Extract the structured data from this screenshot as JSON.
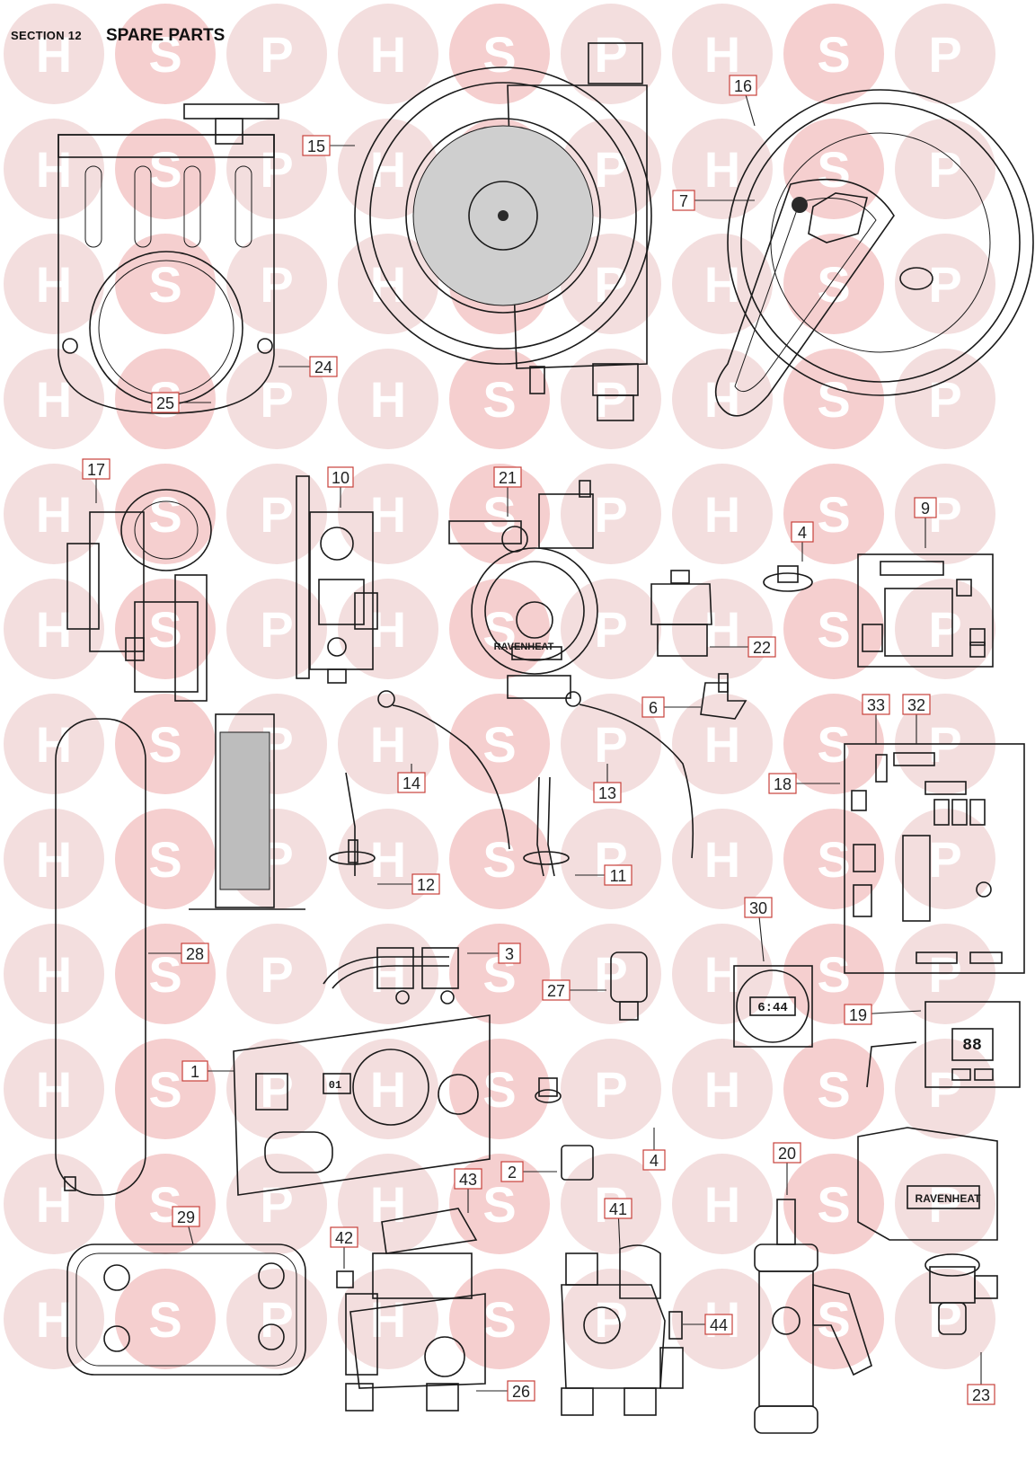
{
  "header": {
    "section": "SECTION 12",
    "title": "SPARE PARTS"
  },
  "watermark": {
    "letters": [
      "H",
      "S",
      "P"
    ],
    "circle_color": "#f3dede",
    "accent_color": "#f5cfcf"
  },
  "brand_labels": [
    "RAVENHEAT",
    "RAVENHEAT",
    "RAVENHEAT"
  ],
  "display_readouts": [
    "6:44",
    "01",
    "88"
  ],
  "colors": {
    "callout_border": "#c8413b",
    "line": "#1a1a1a"
  },
  "parts": [
    {
      "id": "1"
    },
    {
      "id": "2"
    },
    {
      "id": "3"
    },
    {
      "id": "4"
    },
    {
      "id": "4"
    },
    {
      "id": "6"
    },
    {
      "id": "7"
    },
    {
      "id": "9"
    },
    {
      "id": "10"
    },
    {
      "id": "11"
    },
    {
      "id": "12"
    },
    {
      "id": "13"
    },
    {
      "id": "14"
    },
    {
      "id": "15"
    },
    {
      "id": "16"
    },
    {
      "id": "17"
    },
    {
      "id": "18"
    },
    {
      "id": "19"
    },
    {
      "id": "20"
    },
    {
      "id": "21"
    },
    {
      "id": "22"
    },
    {
      "id": "23"
    },
    {
      "id": "24"
    },
    {
      "id": "25"
    },
    {
      "id": "26"
    },
    {
      "id": "27"
    },
    {
      "id": "28"
    },
    {
      "id": "29"
    },
    {
      "id": "30"
    },
    {
      "id": "32"
    },
    {
      "id": "33"
    },
    {
      "id": "41"
    },
    {
      "id": "42"
    },
    {
      "id": "43"
    },
    {
      "id": "44"
    }
  ]
}
